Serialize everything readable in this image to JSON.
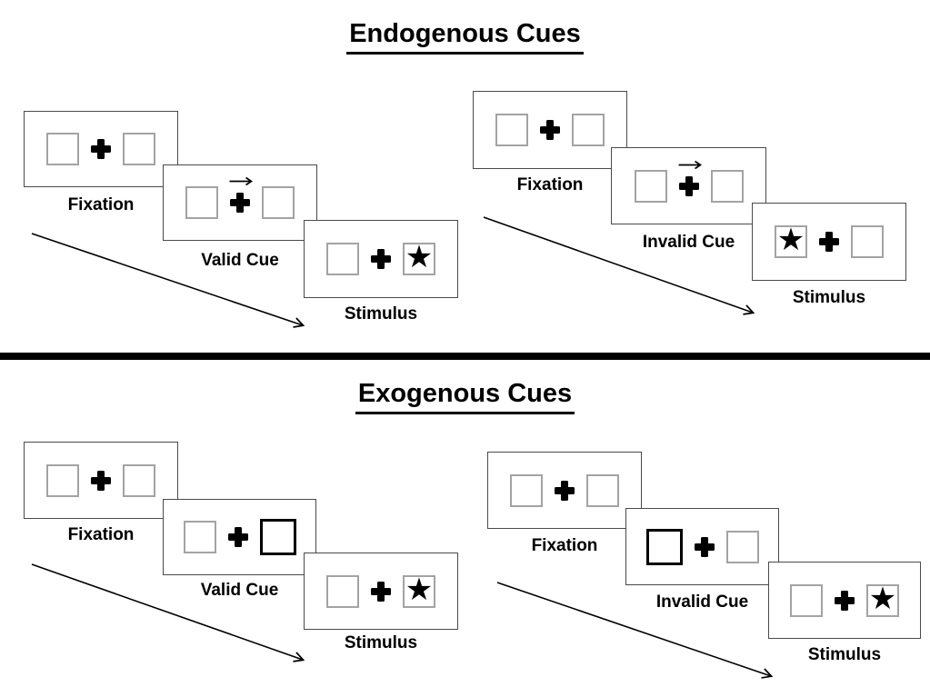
{
  "page": {
    "background_color": "#ffffff",
    "divider_color": "#000000"
  },
  "colors": {
    "text": "#000000",
    "panel_border": "#4a4a4a",
    "placeholder_box_border": "#a3a3a3",
    "cue_box_border": "#000000",
    "arrow": "#000000"
  },
  "icons": {
    "star_glyph": "★",
    "fixation_cross": "heavy-plus-cross",
    "cue_arrow": "right-arrow-above-cross",
    "timeline_arrow": "diagonal-down-right-arrow"
  },
  "sections": [
    {
      "title": "Endogenous Cues",
      "sequences": [
        {
          "name": "valid",
          "panels": [
            {
              "label": "Fixation",
              "left_box": "empty",
              "center": "fixation-cross",
              "right_box": "empty"
            },
            {
              "label": "Valid Cue",
              "left_box": "empty",
              "center": "fixation-cross-with-right-arrow",
              "right_box": "empty"
            },
            {
              "label": "Stimulus",
              "left_box": "empty",
              "center": "fixation-cross",
              "right_box": "star"
            }
          ]
        },
        {
          "name": "invalid",
          "panels": [
            {
              "label": "Fixation",
              "left_box": "empty",
              "center": "fixation-cross",
              "right_box": "empty"
            },
            {
              "label": "Invalid Cue",
              "left_box": "empty",
              "center": "fixation-cross-with-right-arrow",
              "right_box": "empty"
            },
            {
              "label": "Stimulus",
              "left_box": "star",
              "center": "fixation-cross",
              "right_box": "empty"
            }
          ]
        }
      ]
    },
    {
      "title": "Exogenous Cues",
      "sequences": [
        {
          "name": "valid",
          "panels": [
            {
              "label": "Fixation",
              "left_box": "empty",
              "center": "fixation-cross",
              "right_box": "empty"
            },
            {
              "label": "Valid Cue",
              "left_box": "empty",
              "center": "fixation-cross",
              "right_box": "highlighted-cue-box"
            },
            {
              "label": "Stimulus",
              "left_box": "empty",
              "center": "fixation-cross",
              "right_box": "star"
            }
          ]
        },
        {
          "name": "invalid",
          "panels": [
            {
              "label": "Fixation",
              "left_box": "empty",
              "center": "fixation-cross",
              "right_box": "empty"
            },
            {
              "label": "Invalid Cue",
              "left_box": "highlighted-cue-box",
              "center": "fixation-cross",
              "right_box": "empty"
            },
            {
              "label": "Stimulus",
              "left_box": "empty",
              "center": "fixation-cross",
              "right_box": "star"
            }
          ]
        }
      ]
    }
  ]
}
